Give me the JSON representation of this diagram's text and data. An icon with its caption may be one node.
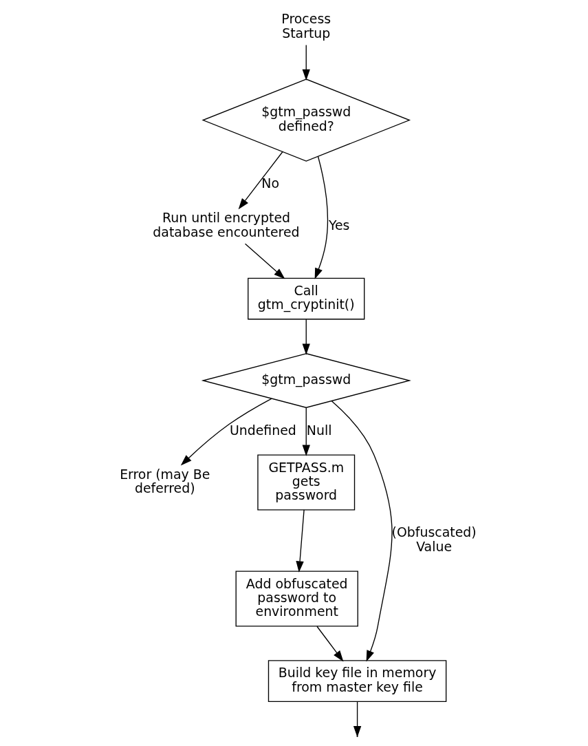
{
  "diagram": {
    "nodes": [
      {
        "text": [
          "Process Startup"
        ]
      },
      {
        "text": [
          "$gtm_passwd defined?"
        ]
      },
      {
        "text": [
          "Run until encrypted database encountered"
        ]
      },
      {
        "text": [
          "Call gtm_cryptinit()"
        ]
      },
      {
        "text": [
          "$gtm_passwd"
        ]
      },
      {
        "text": [
          "Error (may Be deferred)"
        ]
      },
      {
        "text": [
          "GETPASS.m gets password"
        ]
      },
      {
        "text": [
          "Add obfuscated password to environment"
        ]
      },
      {
        "text": [
          "Build key file in memory from master key file"
        ]
      }
    ],
    "edges": [
      {
        "from": 0,
        "to": 1,
        "arrow": "to"
      },
      {
        "from": 1,
        "to": 2,
        "arrow": "to",
        "label": "No"
      },
      {
        "from": 1,
        "to": 3,
        "arrow": "to",
        "label": "Yes"
      },
      {
        "from": 2,
        "to": 3,
        "arrow": "to"
      },
      {
        "from": 3,
        "to": 4,
        "arrow": "to"
      },
      {
        "from": 4,
        "to": 5,
        "arrow": "to",
        "label": "Undefined"
      },
      {
        "from": 4,
        "to": 8,
        "arrow": "to",
        "label": "(Obfuscated) Value"
      },
      {
        "from": 4,
        "to": 6,
        "arrow": "to",
        "label": "Null"
      },
      {
        "from": 6,
        "to": 7,
        "arrow": "to"
      },
      {
        "from": 7,
        "to": 8,
        "arrow": "to"
      },
      {
        "from": 8,
        "to": null,
        "arrow": "to"
      }
    ]
  }
}
